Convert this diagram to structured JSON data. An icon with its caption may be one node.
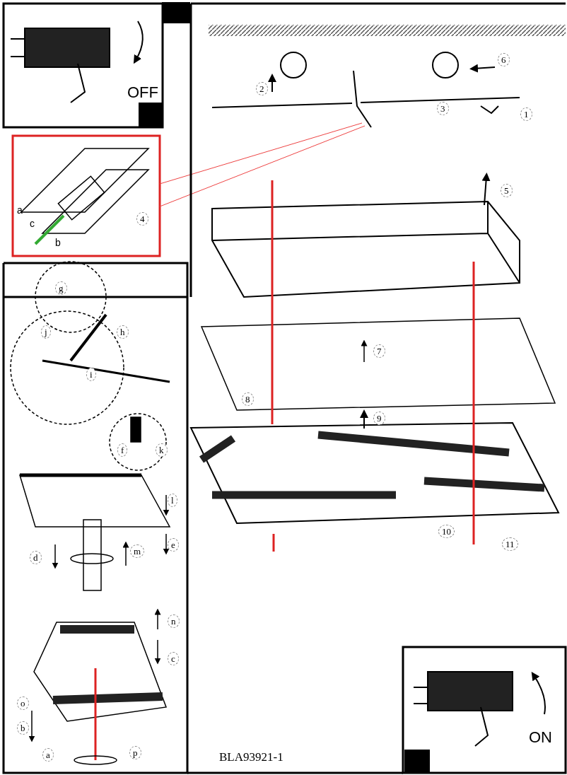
{
  "diagram": {
    "nodes": [
      {
        "text": [],
        "shape": "box"
      },
      {
        "text": [],
        "shape": "picture"
      }
    ],
    "edges": [
      {
        "from": 0,
        "to": 1,
        "arrow": "none"
      },
      {
        "from": 0,
        "to": 1,
        "arrow": "none"
      }
    ],
    "labels": [
      "OFF",
      "6",
      "2",
      "3",
      "1",
      "5",
      "4",
      "a",
      "c",
      "b",
      "g",
      "h",
      "j",
      "i",
      "f",
      "k",
      "7",
      "8",
      "9",
      "l",
      "e",
      "d",
      "m",
      "10",
      "11",
      "n",
      "c",
      "o",
      "b",
      "a",
      "p",
      "ON",
      "BLA93921-1"
    ]
  }
}
